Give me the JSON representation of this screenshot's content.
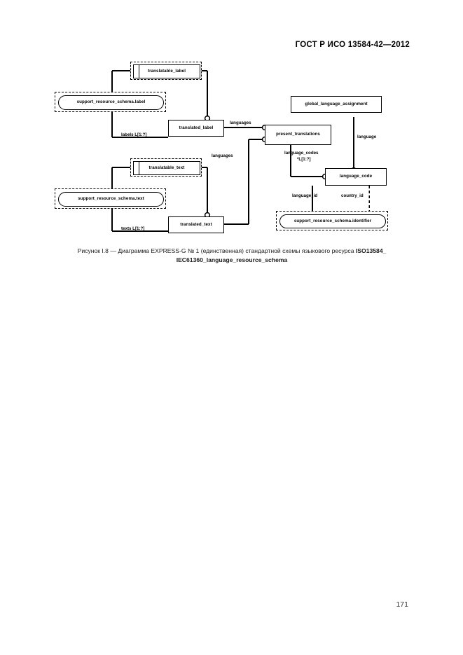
{
  "header": {
    "standard_code": "ГОСТ Р ИСО 13584-42—2012"
  },
  "figure": {
    "nodes": {
      "translatable_label": "translatable_label",
      "support_resource_schema_label": "support_resource_schema.label",
      "translated_label": "translated_label",
      "translatable_text": "translatable_text",
      "support_resource_schema_text": "support_resource_schema.text",
      "translated_text": "translated_text",
      "present_translations": "present_translations",
      "global_language_assignment": "global_language_assignment",
      "language_code": "language_code",
      "support_resource_schema_identifier": "support_resource_schema.identifier"
    },
    "edges": {
      "labels_list": "labels L[1:?]",
      "texts_list": "texts L[1:?]",
      "languages_upper": "languages",
      "languages_lower": "languages",
      "language_vertical": "language",
      "language_codes": "language_codes",
      "language_codes_card": "*L[1:?]",
      "language_id": "language_id",
      "country_id": "country_id"
    }
  },
  "caption": {
    "line1_plain": "Рисунок I.8 — Диаграмма EXPRESS-G № 1 (единственная) стандартной схемы языкового ресурса ",
    "line1_bold": "ISO13584_",
    "line2": "IEC61360_language_resource_schema"
  },
  "footer": {
    "page_number": "171"
  }
}
